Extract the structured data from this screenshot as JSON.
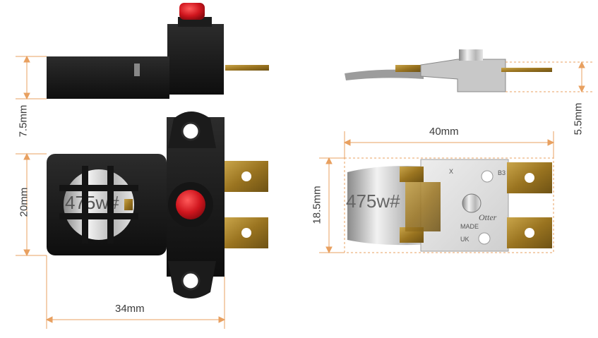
{
  "dimensions": {
    "left_height_top": "7.5mm",
    "left_height_main": "20mm",
    "left_width": "34mm",
    "right_width": "40mm",
    "right_height_top": "5.5mm",
    "right_height_main": "18.5mm"
  },
  "markings": {
    "disc_text": "475w#",
    "plate_x": "X",
    "plate_b3": "B3",
    "plate_made": "MADE",
    "plate_uk": "UK",
    "plate_brand": "Otter"
  },
  "colors": {
    "dimension_line": "#e8a060",
    "body_black": "#1a1a1a",
    "brass": "#b08a30",
    "button_red": "#d0161e",
    "plate_grey": "#dcdcdc",
    "dashed_outline": "#e8a060"
  }
}
